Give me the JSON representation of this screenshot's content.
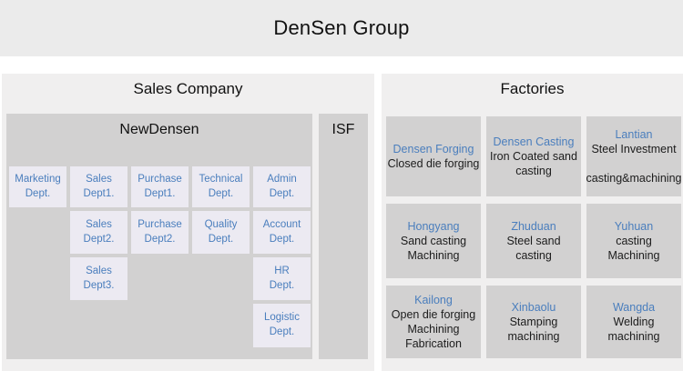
{
  "header": {
    "title": "DenSen Group"
  },
  "colors": {
    "accent_blue": "#4a7ebd",
    "header_bg": "#ebebeb",
    "panel_bg": "#f0efef",
    "container_gray": "#d2d1d1",
    "dept_box_bg": "#eceaf2"
  },
  "sales_company": {
    "title": "Sales Company",
    "newdensen": {
      "label": "NewDensen",
      "departments": [
        {
          "label": "Marketing\nDept."
        },
        {
          "label": "Sales\nDept1."
        },
        {
          "label": "Purchase\nDept1."
        },
        {
          "label": "Technical\nDept."
        },
        {
          "label": "Admin\nDept."
        },
        {
          "label": "Sales\nDept2."
        },
        {
          "label": "Purchase\nDept2."
        },
        {
          "label": "Quality\nDept."
        },
        {
          "label": "Account\nDept."
        },
        {
          "label": "Sales\nDept3."
        },
        {
          "label": "HR\nDept."
        },
        {
          "label": "Logistic\nDept."
        }
      ]
    },
    "isf": {
      "label": "ISF"
    }
  },
  "factories": {
    "title": "Factories",
    "items": [
      {
        "name": "Densen Forging",
        "description": "Closed die forging"
      },
      {
        "name": "Densen Casting",
        "description": "Iron Coated sand casting"
      },
      {
        "name": "Lantian",
        "description": "Steel Investment\n\ncasting&machining"
      },
      {
        "name": "Hongyang",
        "description": "Sand casting\nMachining"
      },
      {
        "name": "Zhuduan",
        "description": "Steel sand casting"
      },
      {
        "name": "Yuhuan",
        "description": "casting\nMachining"
      },
      {
        "name": "Kailong",
        "description": "Open die forging\nMachining\nFabrication"
      },
      {
        "name": "Xinbaolu",
        "description": "Stamping\nmachining"
      },
      {
        "name": "Wangda",
        "description": "Welding\nmachining"
      }
    ]
  }
}
